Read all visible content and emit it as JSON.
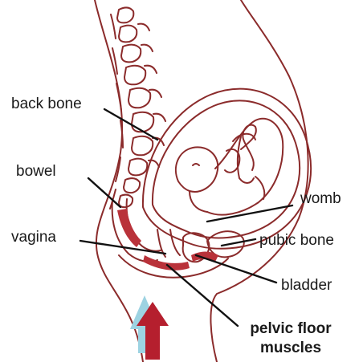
{
  "labels": {
    "back_bone": "back bone",
    "bowel": "bowel",
    "womb": "womb",
    "vagina": "vagina",
    "pubic_bone": "pubic bone",
    "bladder": "bladder",
    "pelvic_floor_line1": "pelvic floor",
    "pelvic_floor_line2": "muscles"
  },
  "colors": {
    "outline": "#8b2b2b",
    "muscle": "#b9323a",
    "arrow_main": "#b51f2e",
    "arrow_shadow": "#9dd3e2",
    "leader": "#111111",
    "text": "#1a1a1a"
  }
}
